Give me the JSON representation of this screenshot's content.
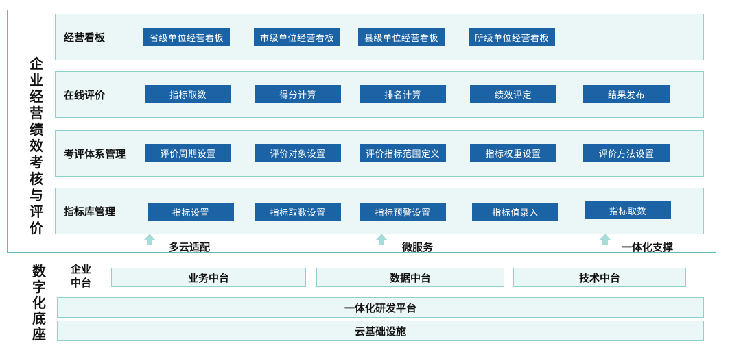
{
  "upper": {
    "side_title": "企业经营绩效考核与评价",
    "rows": [
      {
        "label": "经营看板",
        "items": [
          "省级单位经营看板",
          "市级单位经营看板",
          "县级单位经营看板",
          "所级单位经营看板"
        ]
      },
      {
        "label": "在线评价",
        "items": [
          "指标取数",
          "得分计算",
          "排名计算",
          "绩效评定",
          "结果发布"
        ]
      },
      {
        "label": "考评体系管理",
        "items": [
          "评价周期设置",
          "评价对象设置",
          "评价指标范围定义",
          "指标权重设置",
          "评价方法设置"
        ]
      },
      {
        "label": "指标库管理",
        "items": [
          "指标设置",
          "指标取数设置",
          "指标预警设置",
          "指标值录入",
          "指标取数"
        ]
      }
    ]
  },
  "connectors": [
    "多云适配",
    "微服务",
    "一体化支撑"
  ],
  "base": {
    "side_title": "数字化底座",
    "zhongtai_label": "企业中台",
    "zhongtai": [
      "业务中台",
      "数据中台",
      "技术中台"
    ],
    "platform": "一体化研发平台",
    "infra": "云基础设施"
  },
  "colors": {
    "button_blue": "#1c63a6",
    "panel_fill": "#ebf7f6",
    "panel_border": "#8fd0cd",
    "frame_border": "#5fb9b6",
    "arrow": "#a8dcd9"
  }
}
